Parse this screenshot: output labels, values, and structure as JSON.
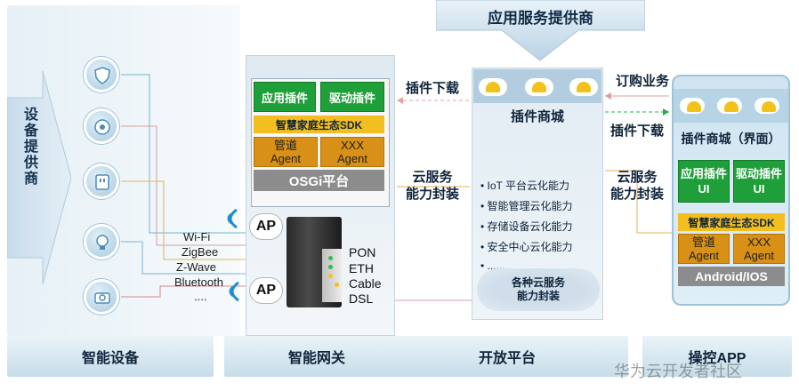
{
  "banner": {
    "service_provider": "应用服务提供商"
  },
  "left": {
    "side_label": "设备提供商",
    "protocols": [
      "Wi-Fi",
      "ZigBee",
      "Z-Wave",
      "Bluetooth",
      "...."
    ],
    "bottom_tab": "智能设备"
  },
  "gateway": {
    "plugin_app": "应用插件",
    "plugin_driver": "驱动插件",
    "sdk": "智慧家庭生态SDK",
    "agent1": "管道\nAgent",
    "agent2": "XXX\nAgent",
    "osgi": "OSGi平台",
    "ap": "AP",
    "ports": [
      "PON",
      "ETH",
      "Cable",
      "DSL"
    ],
    "bottom_tab": "智能网关"
  },
  "links": {
    "plugin_download_left": "插件下载",
    "cloud_service_left": "云服务\n能力封装",
    "subscribe": "订购业务",
    "plugin_download_right": "插件下载",
    "cloud_service_right": "云服务\n能力封装"
  },
  "platform": {
    "store": "插件商城",
    "capabilities": [
      "IoT 平台云化能力",
      "智能管理云化能力",
      "存储设备云化能力",
      "安全中心云化能力",
      "......"
    ],
    "cloud_services": "各种云服务\n能力封装",
    "bottom_tab": "开放平台"
  },
  "app": {
    "store": "插件商城（界面）",
    "plugin_app_ui": "应用插件\nUI",
    "plugin_driver_ui": "驱动插件\nUI",
    "sdk": "智慧家庭生态SDK",
    "agent1": "管道\nAgent",
    "agent2": "XXX\nAgent",
    "os": "Android/IOS",
    "bottom_tab": "操控APP"
  },
  "watermark": "华为云开发者社区",
  "colors": {
    "plugin_green": "#1f9f3a",
    "sdk_yellow": "#f3bf20",
    "agent_orange": "#d89116",
    "platform_grey": "#8c8c8c"
  }
}
